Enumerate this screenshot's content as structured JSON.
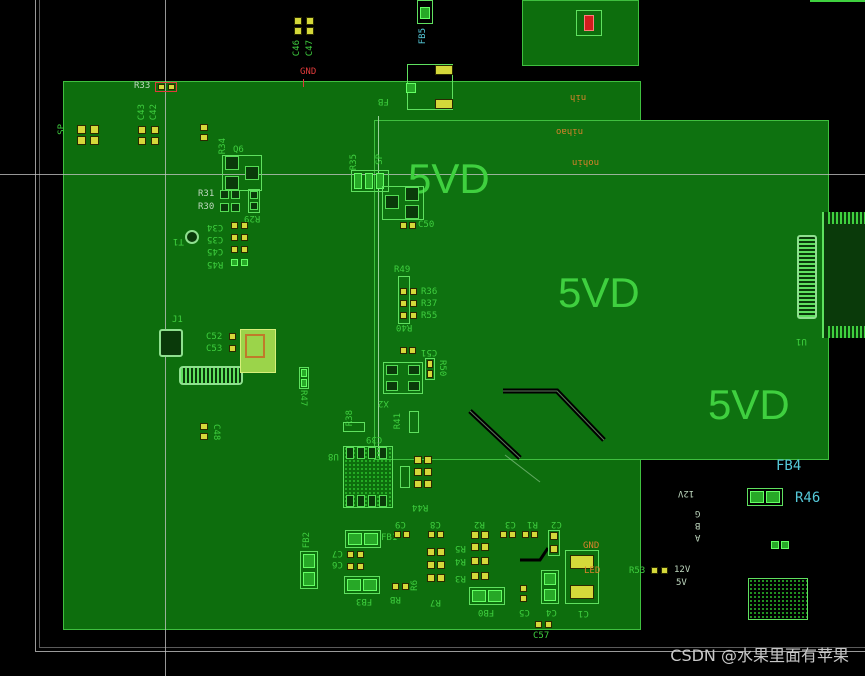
{
  "nets": {
    "big_5vd_1": "5VD",
    "big_5vd_2": "5VD",
    "big_5vd_3": "5VD",
    "gnd_top": "GND",
    "gnd_right": "GND",
    "v12_right": "12V",
    "v5_right": "5V",
    "v12_far": "12V"
  },
  "refdes": {
    "fb5": "FB5",
    "c46": "C46",
    "c47": "C47",
    "r33": "R33",
    "c42": "C42",
    "c43": "C43",
    "q6": "Q6",
    "r31": "R31",
    "r30": "R30",
    "r29": "R29",
    "c34": "C34",
    "c35": "C35",
    "c45": "C45",
    "r45": "R45",
    "t1": "T1",
    "j1": "J1",
    "c52": "C52",
    "c53": "C53",
    "r47": "R47",
    "c48": "C48",
    "c50": "C50",
    "r49": "R49",
    "r36": "R36",
    "r37": "R37",
    "r55": "R55",
    "r40": "R40",
    "c51": "C51",
    "r50": "R50",
    "x2": "X2",
    "r41": "R41",
    "c39": "C39",
    "u8": "U8",
    "r38": "R38",
    "r44": "R44",
    "fb3": "FB3",
    "c9": "C9",
    "c8": "C8",
    "r2": "R2",
    "c3": "C3",
    "r1": "R1",
    "c2": "C2",
    "r5": "R5",
    "r4": "R4",
    "r3": "R3",
    "fb1": "FB1",
    "c7": "C7",
    "c6": "C6",
    "r6": "R6",
    "r7": "R7",
    "fb0": "FB0",
    "c5": "C5",
    "c4": "C4",
    "c57": "C57",
    "c1": "C1",
    "r53": "R53",
    "fb4": "FB4",
    "r46": "R46",
    "u1": "U1",
    "sp": "SP",
    "sp2": "SP",
    "r35": "R35",
    "fb2": "FB2",
    "rb": "RB",
    "led": "LED",
    "fb": "FB",
    "g": "G",
    "b": "B",
    "a": "A",
    "r34": "R34"
  },
  "silk": {
    "nih": "nih",
    "nihao": "nihao",
    "nohin": "nohin"
  },
  "watermark": "CSDN @水果里面有苹果",
  "colors": {
    "board_bg": "#000000",
    "copper_pour": "#0d6e0d",
    "outline": "#3fbf3f",
    "silk_green": "#3fcf3f",
    "net_cyan": "#55c8d8",
    "net_red": "#e03a3a",
    "pad_yellow": "#d4d83a"
  }
}
